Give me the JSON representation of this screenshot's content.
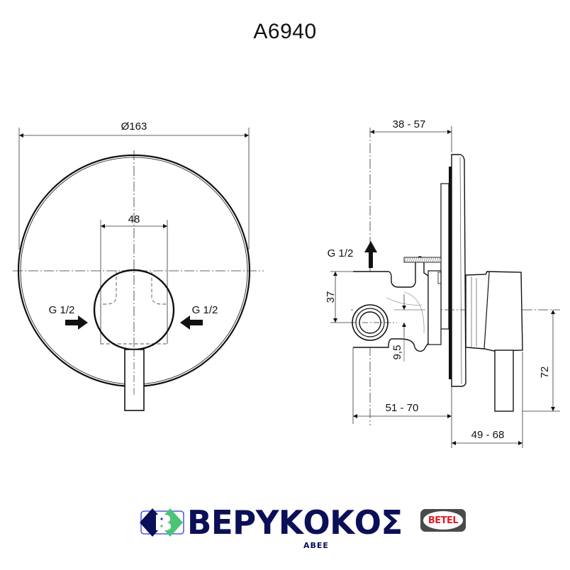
{
  "title": "A6940",
  "front_view": {
    "diameter_label": "Ø163",
    "width_label": "48",
    "left_inlet_label": "G 1/2",
    "right_inlet_label": "G 1/2"
  },
  "side_view": {
    "depth_top_label": "38 - 57",
    "outlet_label": "G 1/2",
    "height_offset_label": "37",
    "small_offset_label": "9,5",
    "lever_length_label": "72",
    "body_depth_label": "51 - 70",
    "handle_depth_label": "49 - 68"
  },
  "footer": {
    "brand_name": "ΒΕΡΥΚΟΚΟΣ",
    "brand_suffix": "ΑΒΕΕ",
    "partner_logo_text": "BETEL",
    "colors": {
      "brand_navy": "#0b0f57",
      "brand_green": "#4cc477",
      "brand_blue_outline": "#2b3bd6",
      "betel_red": "#e41e26",
      "betel_frame": "#4a4a4a"
    }
  }
}
